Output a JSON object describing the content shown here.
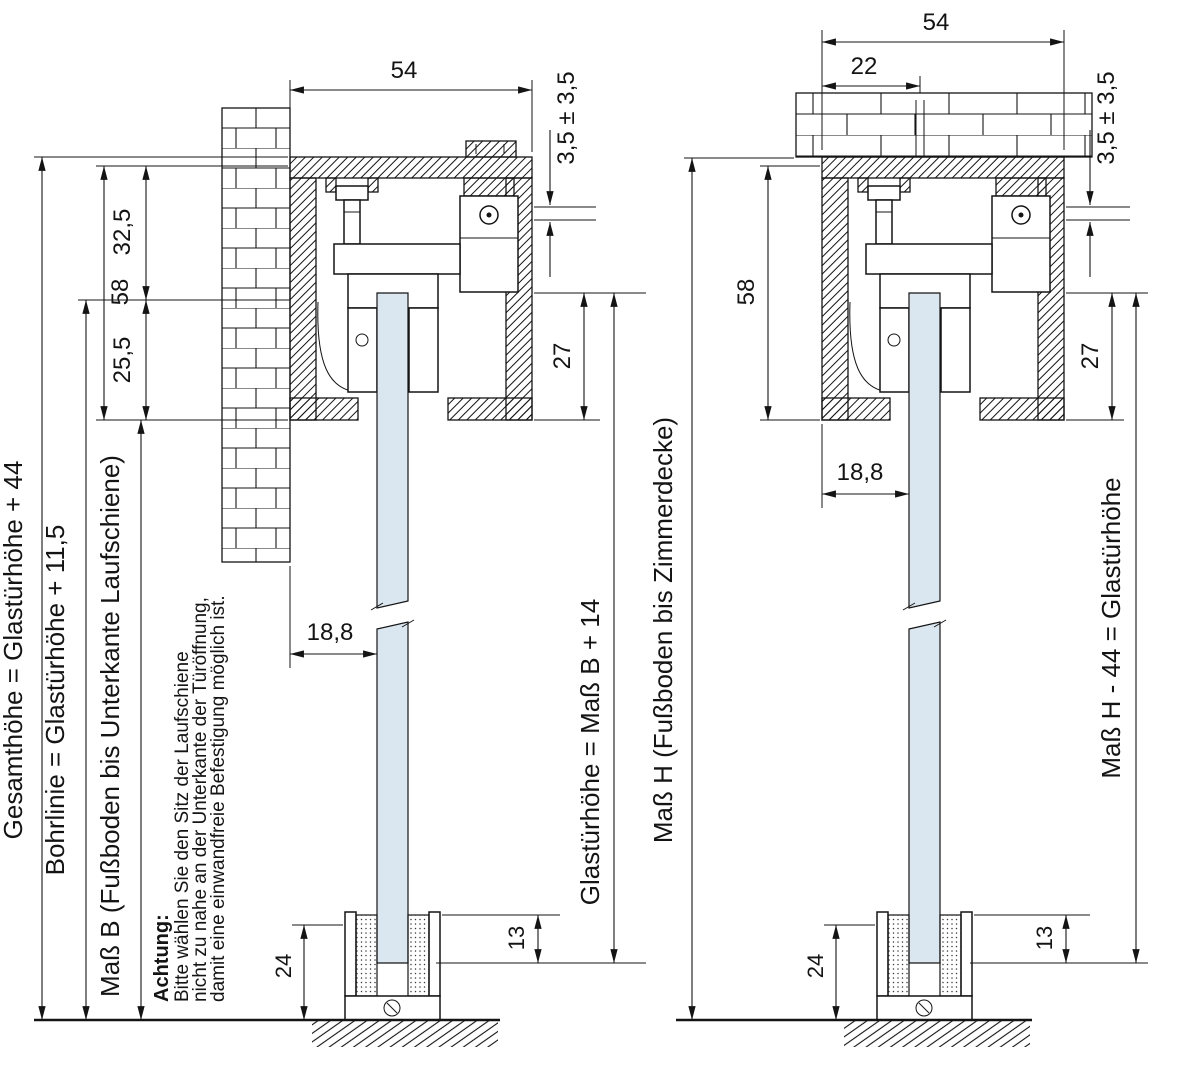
{
  "drawing": {
    "left_view": {
      "dims": {
        "width_54": "54",
        "tolerance": "3,5 ± 3,5",
        "h_32_5": "32,5",
        "h_58": "58",
        "h_25_5": "25,5",
        "h_27": "27",
        "w_18_8": "18,8",
        "h_13": "13",
        "h_24": "24"
      },
      "labels": {
        "gesamthoehe": "Gesamthöhe = Glastürhöhe + 44",
        "bohrlinie": "Bohrlinie = Glastürhöhe + 11,5",
        "mass_b": "Maß B (Fußboden bis Unterkante Laufschiene)",
        "glastuerhoehe": "Glastürhöhe = Maß B + 14"
      },
      "note": {
        "title": "Achtung:",
        "line1": "Bitte wählen Sie den Sitz der Laufschiene",
        "line2": "nicht zu nahe an der Unterkante der Türöffnung,",
        "line3": "damit eine einwandfreie Befestigung möglich ist."
      }
    },
    "right_view": {
      "dims": {
        "width_54": "54",
        "width_22": "22",
        "tolerance": "3,5 ± 3,5",
        "h_58": "58",
        "h_27": "27",
        "w_18_8": "18,8",
        "h_13": "13",
        "h_24": "24"
      },
      "labels": {
        "mass_h": "Maß H (Fußboden bis Zimmerdecke)",
        "glastuerhoehe": "Maß H - 44 = Glastürhöhe"
      }
    },
    "colors": {
      "line": "#141414",
      "glass_fill": "#dbe7f0",
      "background": "#ffffff"
    }
  }
}
